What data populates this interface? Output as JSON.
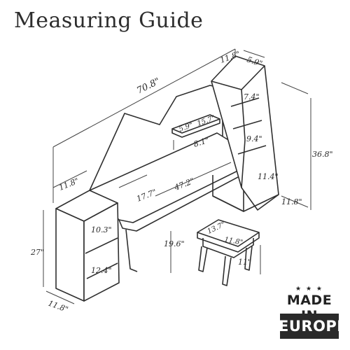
{
  "title": "Measuring Guide",
  "dimensions": {
    "total_width": "70.8\"",
    "top_cabinet_width": "11.8\"",
    "top_cabinet_depth": "5.9\"",
    "shelf_depth": "5.9\"",
    "shelf_width": "15.7\"",
    "shelf_height": "8.1\"",
    "right_cab_shelf1": "7.4\"",
    "right_cab_shelf2": "9.4\"",
    "right_cab_shelf3": "11.4\"",
    "right_total_height": "36.8\"",
    "right_base_depth": "11.8\"",
    "desk_depth_left": "17.7\"",
    "desk_width_inner": "47.2\"",
    "left_cab_width": "11.8\"",
    "left_cab_height": "27\"",
    "left_cab_shelf1": "10.3\"",
    "left_cab_shelf2": "12.4\"",
    "left_cab_depth": "11.8\"",
    "desk_height_below": "19.6\"",
    "stool_width": "13.7\"",
    "stool_depth": "11.8\"",
    "stool_height": "11\""
  },
  "badge": {
    "stars": "★ ★ ★",
    "line1": "MADE IN",
    "line2": "EUROPE"
  }
}
